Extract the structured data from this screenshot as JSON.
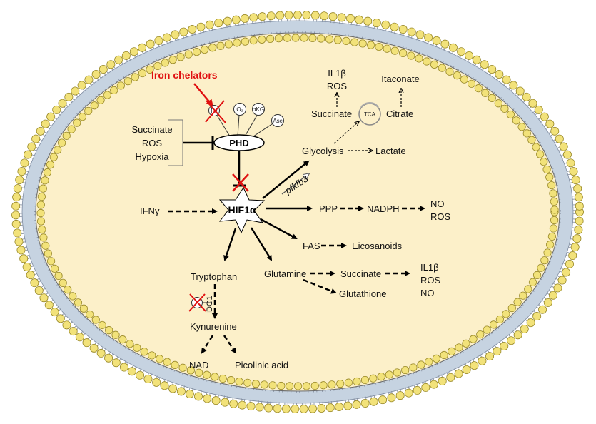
{
  "labels": {
    "iron_chelators": "Iron chelators",
    "fe": "Fe",
    "o2": "O₂",
    "akg": "αKG",
    "asc": "Asc",
    "phd": "PHD",
    "succinate_left": "Succinate",
    "ros_left": "ROS",
    "hypoxia": "Hypoxia",
    "hif1a": "HIF1α",
    "ifng": "IFNγ",
    "il1b_top": "IL1β",
    "ros_top": "ROS",
    "itaconate": "Itaconate",
    "succinate_tca": "Succinate",
    "tca": "TCA",
    "citrate": "Citrate",
    "glycolysis": "Glycolysis",
    "lactate": "Lactate",
    "pfkfb3": "pfkfb3",
    "ppp": "PPP",
    "nadph": "NADPH",
    "no_right": "NO",
    "ros_right": "ROS",
    "fas": "FAS",
    "eicosanoids": "Eicosanoids",
    "glutamine": "Glutamine",
    "succinate_gln": "Succinate",
    "glutathione": "Glutathione",
    "il1b_bottom": "IL1β",
    "ros_bottom": "ROS",
    "no_bottom": "NO",
    "tryptophan": "Tryptophan",
    "ido1": "IDO1",
    "kynurenine": "Kynurenine",
    "nad": "NAD",
    "picolinic_acid": "Picolinic acid"
  },
  "colors": {
    "cytoplasm": "#fcf0c9",
    "membrane_core": "#c6d3e1",
    "lipid_head": "#f2e27a",
    "lipid_head_stroke": "#9a8a2a",
    "inhibitor_red": "#e01010",
    "text": "#111111"
  }
}
